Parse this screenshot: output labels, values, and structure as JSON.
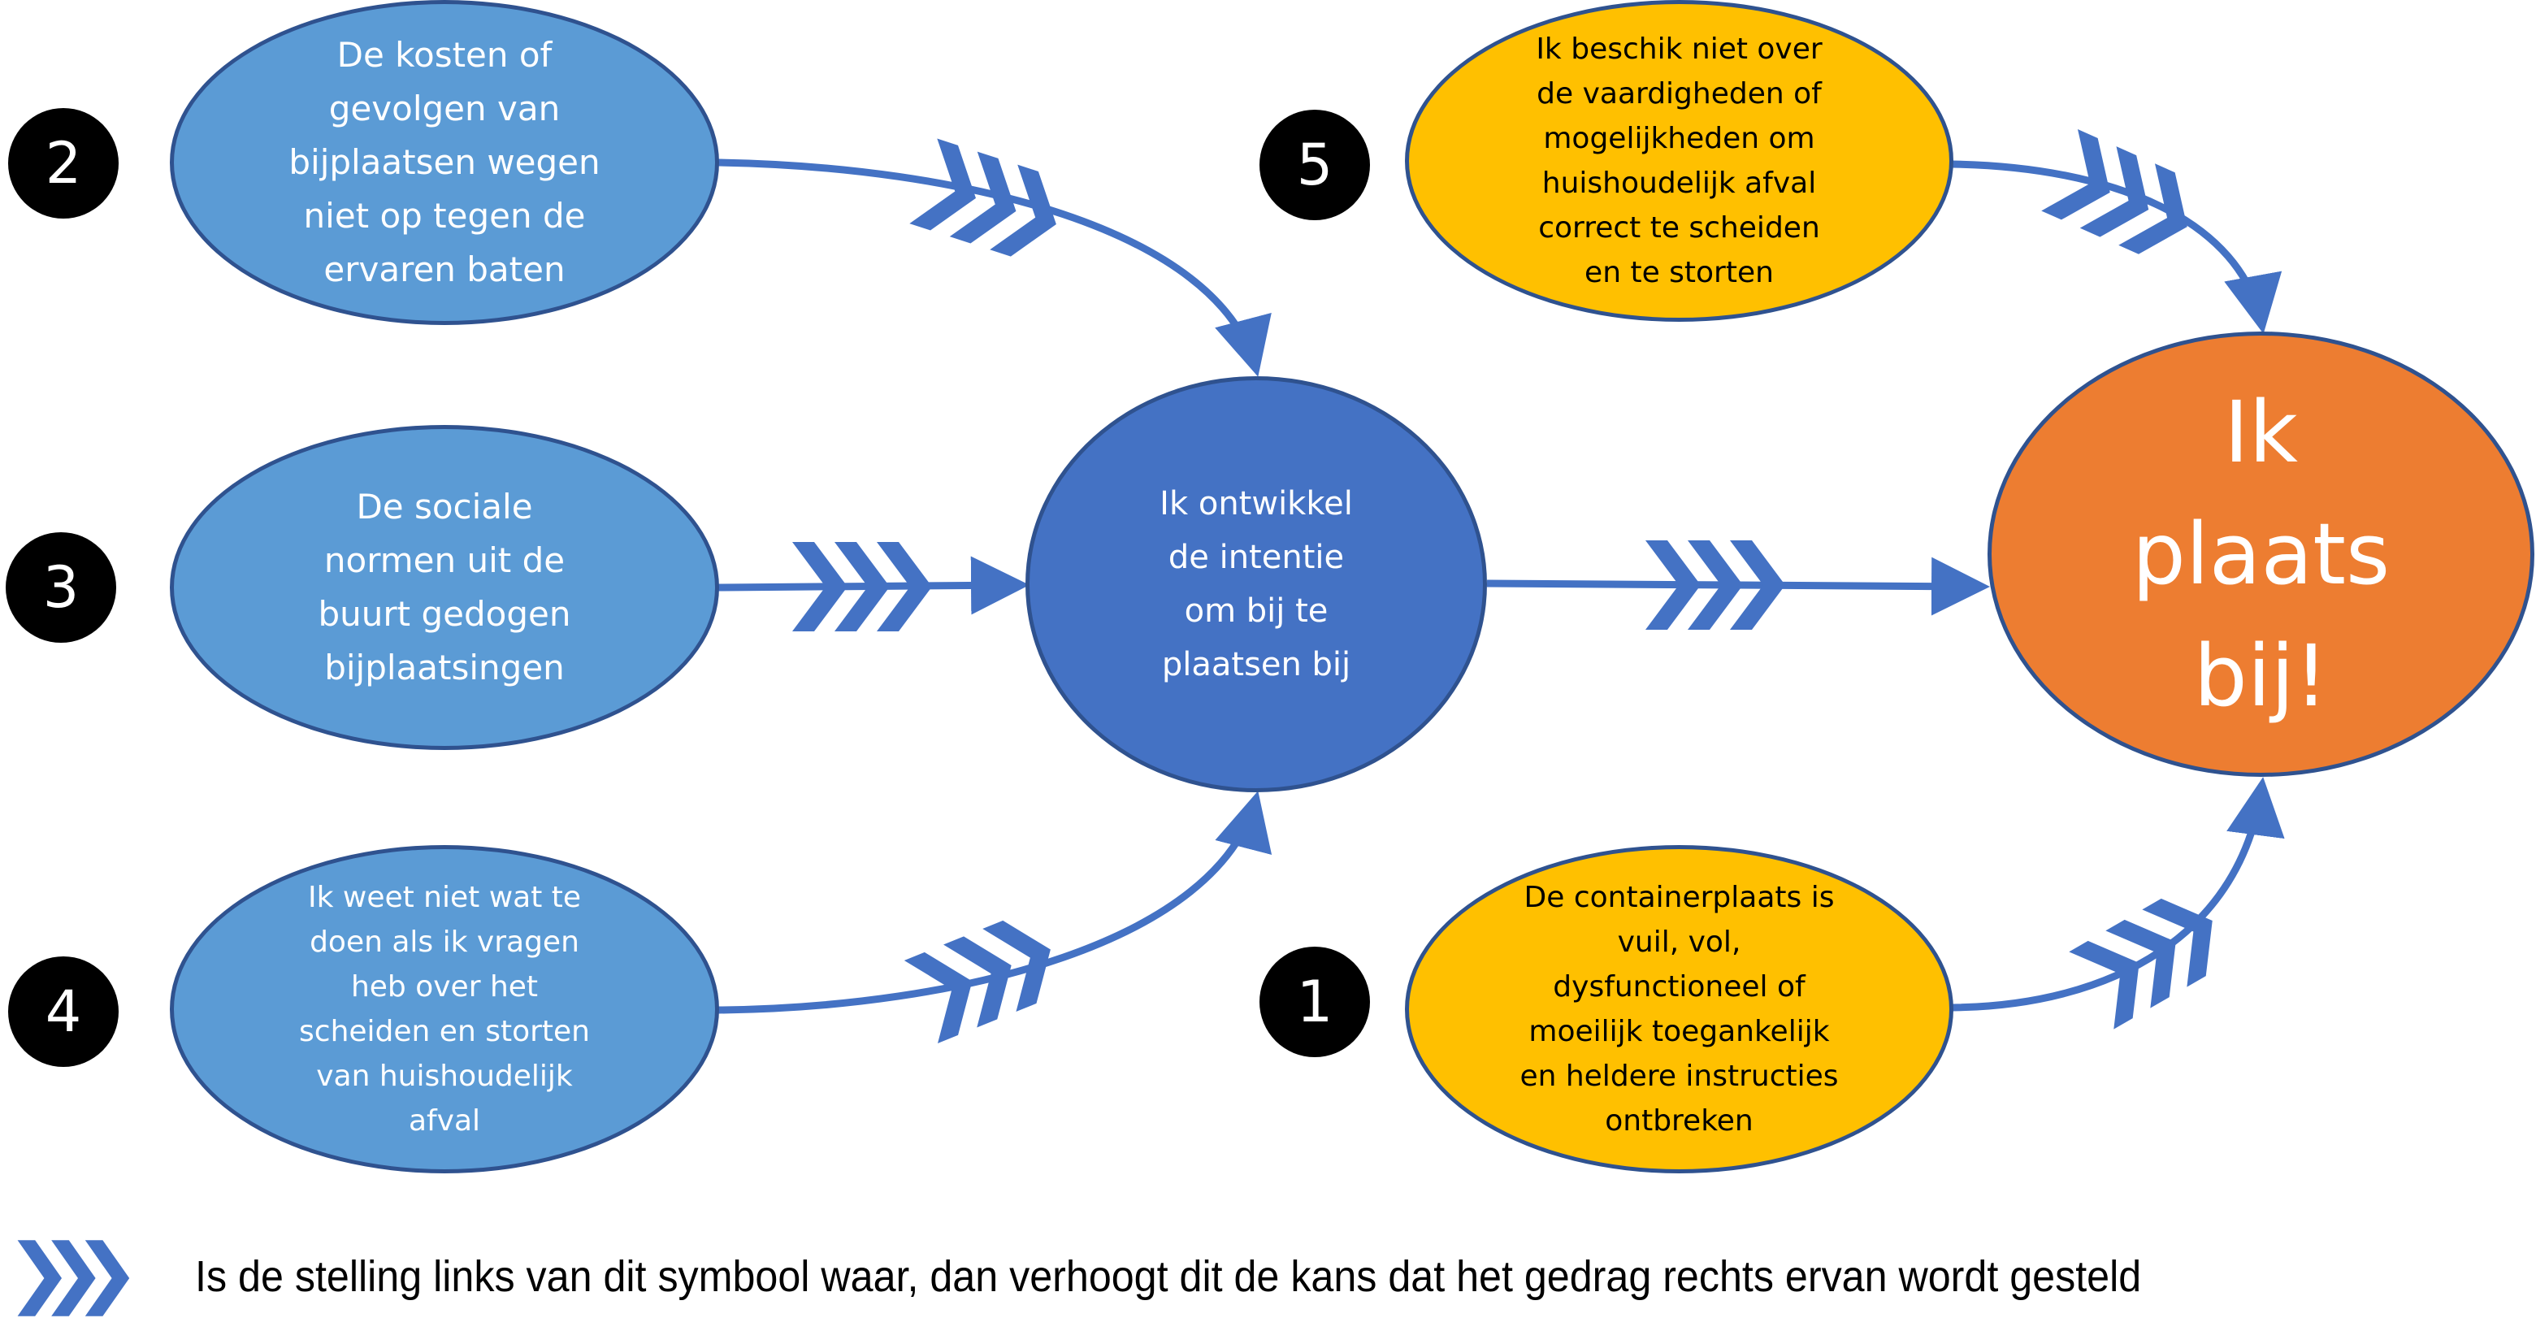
{
  "colors": {
    "connector": "#4472C4",
    "node_border": "#2F528F",
    "cause_fill": "#5B9BD5",
    "environment_fill": "#FFC000",
    "intention_fill": "#4472C4",
    "behavior_fill": "#ED7D31",
    "badge_fill": "#000000"
  },
  "nodes": {
    "cause2": {
      "badge": "2",
      "text": "De kosten of\ngevolgen van\nbijplaatsen wegen\nniet op tegen de\nervaren baten"
    },
    "cause3": {
      "badge": "3",
      "text": "De sociale\nnormen uit de\nbuurt gedogen\nbijplaatsingen"
    },
    "cause4": {
      "badge": "4",
      "text": "Ik weet niet wat te\ndoen als ik vragen\nheb over het\nscheiden en storten\nvan huishoudelijk\nafval"
    },
    "intention": {
      "text": "Ik ontwikkel\nde intentie\nom bij te\nplaatsen bij"
    },
    "env5": {
      "badge": "5",
      "text": "Ik beschik niet over\nde vaardigheden of\nmogelijkheden om\nhuishoudelijk afval\ncorrect te scheiden\nen te storten"
    },
    "env1": {
      "badge": "1",
      "text": "De containerplaats is\nvuil, vol,\ndysfunctioneel of\nmoeilijk toegankelijk\nen heldere instructies\nontbreken"
    },
    "behavior": {
      "text": "Ik\nplaats\nbij!"
    }
  },
  "connections": [
    {
      "from": "cause2",
      "to": "intention",
      "symbol": "triple-chevron"
    },
    {
      "from": "cause3",
      "to": "intention",
      "symbol": "triple-chevron"
    },
    {
      "from": "cause4",
      "to": "intention",
      "symbol": "triple-chevron"
    },
    {
      "from": "intention",
      "to": "behavior",
      "symbol": "triple-chevron"
    },
    {
      "from": "env5",
      "to": "behavior",
      "symbol": "triple-chevron"
    },
    {
      "from": "env1",
      "to": "behavior",
      "symbol": "triple-chevron"
    }
  ],
  "legend": {
    "icon": "triple-chevron-icon",
    "text": "Is de stelling links van dit symbool waar, dan verhoogt dit de kans dat het gedrag rechts ervan wordt gesteld"
  }
}
